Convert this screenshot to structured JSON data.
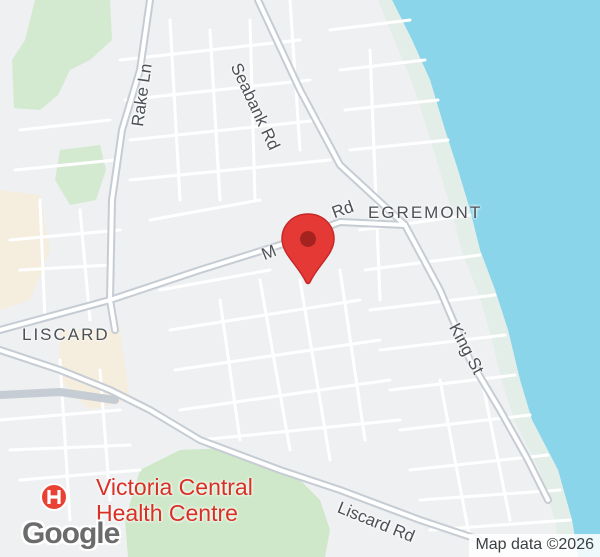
{
  "map": {
    "districts": {
      "egremont": "EGREMONT",
      "liscard": "LISCARD"
    },
    "streets": {
      "seabank": "Seabank Rd",
      "rake": "Rake Ln",
      "mill_rd_fragment_a": "M",
      "mill_rd_fragment_b": "Rd",
      "king": "King St",
      "liscard_rd": "Liscard Rd"
    },
    "poi": {
      "line1": "Victoria Central",
      "line2": "Health Centre",
      "icon": "hospital-icon"
    },
    "attribution": "Map data ©2026",
    "logo": "Google",
    "marker": {
      "icon": "map-pin-icon",
      "color": "#e53935"
    },
    "colors": {
      "water": "#8ad5ea",
      "land": "#eef0f2",
      "park": "#cfe8c9",
      "road": "#ffffff",
      "major_road": "#c6ccd3",
      "poi": "#d93025"
    }
  }
}
